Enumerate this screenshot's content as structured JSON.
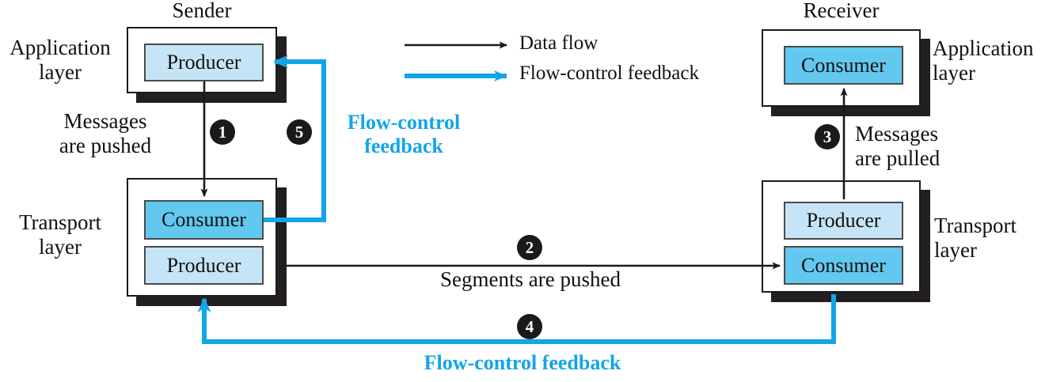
{
  "diagram": {
    "title": "Flow control between producer and consumer across application and transport layers",
    "sides": {
      "sender": {
        "heading": "Sender",
        "application_layer_label": "Application\nlayer",
        "transport_layer_label": "Transport\nlayer",
        "application_box": {
          "items": [
            {
              "role": "Producer",
              "fill": "#c5e5f7"
            }
          ]
        },
        "transport_box": {
          "items": [
            {
              "role": "Consumer",
              "fill": "#63c8ef"
            },
            {
              "role": "Producer",
              "fill": "#c5e5f7"
            }
          ]
        }
      },
      "receiver": {
        "heading": "Receiver",
        "application_layer_label": "Application\nlayer",
        "transport_layer_label": "Transport\nlayer",
        "application_box": {
          "items": [
            {
              "role": "Consumer",
              "fill": "#63c8ef"
            }
          ]
        },
        "transport_box": {
          "items": [
            {
              "role": "Producer",
              "fill": "#c5e5f7"
            },
            {
              "role": "Consumer",
              "fill": "#63c8ef"
            }
          ]
        }
      }
    },
    "legend": {
      "entries": [
        {
          "label": "Data flow",
          "color": "#1a1a1a",
          "style": "solid-arrow"
        },
        {
          "label": "Flow-control feedback",
          "color": "#12a5e8",
          "style": "solid-arrow"
        }
      ]
    },
    "steps": [
      {
        "number": "1",
        "label": "Messages\nare pushed",
        "kind": "data"
      },
      {
        "number": "2",
        "label": "Segments are pushed",
        "kind": "data"
      },
      {
        "number": "3",
        "label": "Messages\nare pulled",
        "kind": "data"
      },
      {
        "number": "4",
        "label": "Flow-control feedback",
        "kind": "feedback"
      },
      {
        "number": "5",
        "label": "Flow-control\nfeedback",
        "kind": "feedback"
      }
    ],
    "labels": {
      "sender_heading": "Sender",
      "receiver_heading": "Receiver",
      "app_layer_left_line1": "Application",
      "app_layer_left_line2": "layer",
      "transport_layer_left_line1": "Transport",
      "transport_layer_left_line2": "layer",
      "app_layer_right_line1": "Application",
      "app_layer_right_line2": "layer",
      "transport_layer_right_line1": "Transport",
      "transport_layer_right_line2": "layer",
      "messages_pushed_line1": "Messages",
      "messages_pushed_line2": "are pushed",
      "messages_pulled_line1": "Messages",
      "messages_pulled_line2": "are pulled",
      "segments_pushed": "Segments are pushed",
      "flow_feedback_left_line1": "Flow-control",
      "flow_feedback_left_line2": "feedback",
      "flow_feedback_bottom": "Flow-control feedback",
      "legend_data_flow": "Data flow",
      "legend_flow_feedback": "Flow-control feedback",
      "box_producer": "Producer",
      "box_consumer": "Consumer",
      "step_1": "1",
      "step_2": "2",
      "step_3": "3",
      "step_4": "4",
      "step_5": "5"
    },
    "colors": {
      "ink": "#1a1a1a",
      "feedback_blue": "#12a5e8",
      "producer_fill": "#c5e5f7",
      "consumer_fill": "#63c8ef",
      "shadow": "#231f20"
    }
  }
}
